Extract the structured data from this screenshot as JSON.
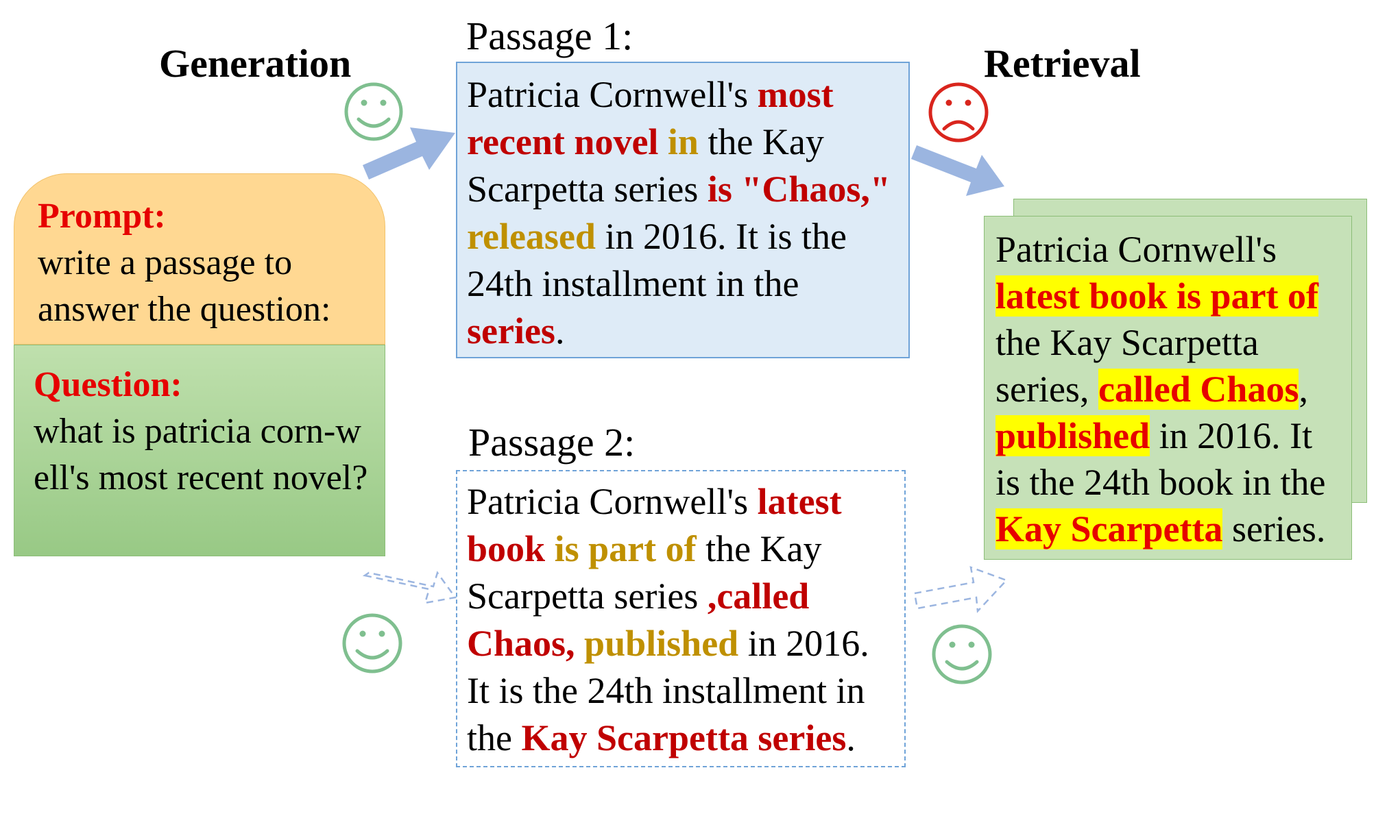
{
  "headings": {
    "generation": "Generation",
    "retrieval": "Retrieval",
    "passage1_label": "Passage 1:",
    "passage2_label": "Passage 2:"
  },
  "prompt": {
    "label": "Prompt:",
    "text": "write a passage to answer the question:"
  },
  "question": {
    "label": "Question:",
    "text": "what is patricia corn-well's most recent novel?"
  },
  "passage1": {
    "t1": "Patricia Cornwell's ",
    "r1": "most recent novel",
    "g1": " in",
    "t2": " the Kay Scarpetta series ",
    "r2": "is \"Chaos,\"",
    "g2": " released",
    "t3": " in 2016. It is the 24th installment in the ",
    "r3": "series",
    "t4": "."
  },
  "passage2": {
    "t1": "Patricia Cornwell's ",
    "r1": "latest book",
    "g1": " is part of",
    "t2": " the Kay Scarpetta series ",
    "r2": ",called Chaos,",
    "g2": " published",
    "t3": " in 2016. It is the 24th installment in the ",
    "r3": "Kay Scarpetta series",
    "t4": "."
  },
  "retrieval": {
    "t1": "Patricia Cornwell's ",
    "h1": "latest book is part of",
    "t2": " the Kay Scarpetta series, ",
    "h2": "called Chaos",
    "t3": ", ",
    "h3": "published",
    "t4": " in 2016. It is the 24th book in the ",
    "h4": "Kay Scarpetta",
    "t5": " series."
  },
  "faces": {
    "generation_passage1": "happy-face-icon",
    "retrieval_passage1": "sad-face-icon",
    "generation_passage2": "happy-face-icon",
    "retrieval_passage2": "happy-face-icon"
  },
  "colors": {
    "key_term_red": "#c00000",
    "relation_gold": "#bf9000",
    "highlight_yellow": "#ffff00",
    "label_red": "#e60000",
    "happy_green": "#7fbf8f",
    "sad_red": "#d9251d",
    "arrow_blue": "#9bb5e0"
  }
}
